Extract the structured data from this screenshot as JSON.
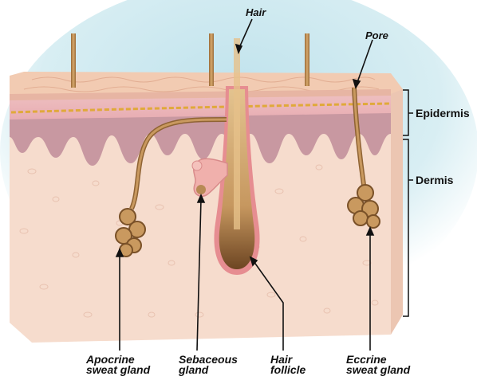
{
  "labels": {
    "hair_top": "Hair",
    "pore": "Pore",
    "epidermis": "Epidermis",
    "dermis": "Dermis",
    "apocrine_l1": "Apocrine",
    "apocrine_l2": "sweat gland",
    "sebaceous_l1": "Sebaceous",
    "sebaceous_l2": "gland",
    "follicle_l1": "Hair",
    "follicle_l2": "follicle",
    "eccrine_l1": "Eccrine",
    "eccrine_l2": "sweat gland"
  },
  "colors": {
    "sky": "#cfe8ef",
    "skin_surface": "#f3cdb5",
    "dermis": "#f6dccd",
    "dermis_side": "#eeccb9",
    "epidermis_pink": "#e8aab0",
    "papillae": "#c99aa3",
    "melanin_line": "#e0a93a",
    "hair_shaft": "#b98850",
    "gland_tan": "#b88a55",
    "follicle_outer": "#e58a8e",
    "follicle_inner": "#c99a62",
    "bulb_dark": "#6d4522",
    "line": "#111111"
  }
}
